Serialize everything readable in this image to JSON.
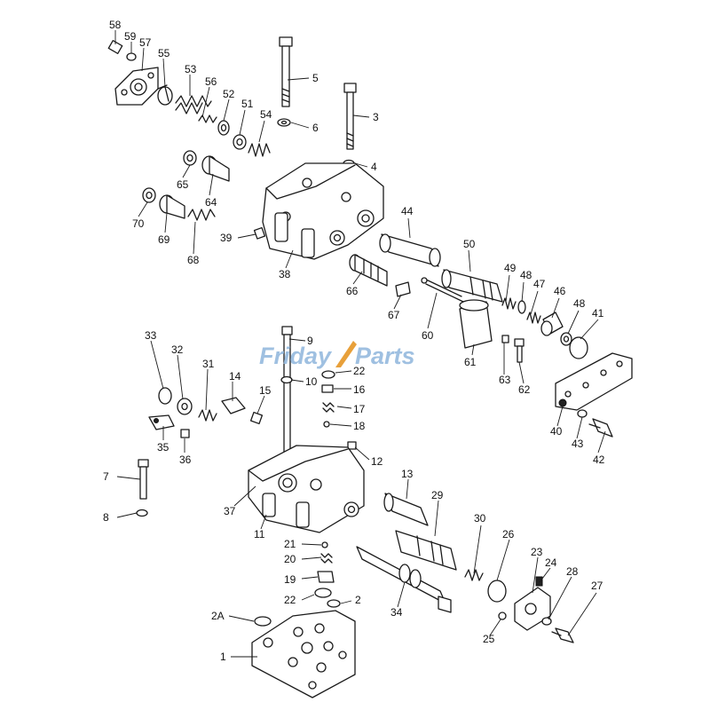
{
  "watermark": {
    "text_a": "Friday",
    "text_b": "Parts",
    "color": "#8fb6dc"
  },
  "callouts": [
    "58",
    "59",
    "57",
    "55",
    "53",
    "56",
    "52",
    "51",
    "54",
    "5",
    "6",
    "3",
    "4",
    "65",
    "64",
    "70",
    "69",
    "68",
    "39",
    "38",
    "44",
    "66",
    "67",
    "60",
    "50",
    "49",
    "48",
    "47",
    "46",
    "48",
    "41",
    "61",
    "63",
    "62",
    "33",
    "32",
    "31",
    "14",
    "15",
    "9",
    "10",
    "22",
    "16",
    "17",
    "18",
    "12",
    "35",
    "36",
    "7",
    "8",
    "37",
    "11",
    "13",
    "29",
    "30",
    "26",
    "21",
    "20",
    "19",
    "22",
    "2",
    "2A",
    "1",
    "34",
    "23",
    "24",
    "28",
    "27",
    "25",
    "40",
    "43",
    "42"
  ]
}
